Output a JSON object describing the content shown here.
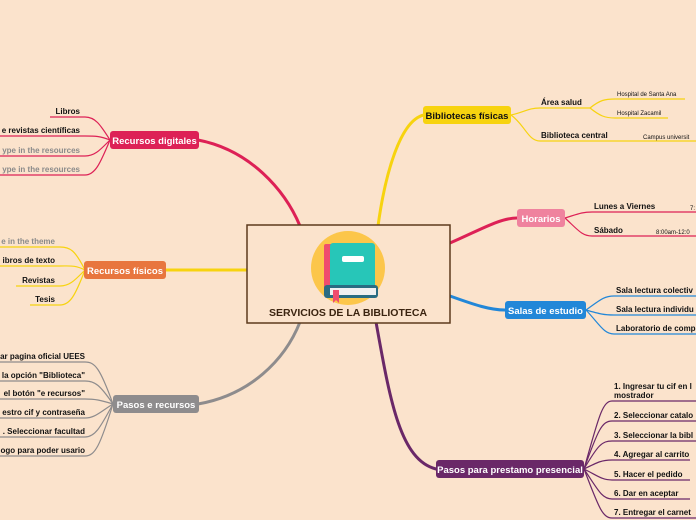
{
  "colors": {
    "background": "#fbe3cc",
    "digital": "#dd2156",
    "fisicos": "#e8763e",
    "pasos": "#8e8c8d",
    "bibliotecas": "#f7d30f",
    "horarios": "#ef829e",
    "salas": "#2287d8",
    "prestamo": "#6a2868",
    "center_border": "#5c3a1d",
    "text_dark": "#111111",
    "placeholder": "#8a8a8a"
  },
  "center": {
    "title": "SERVICIOS DE LA BIBLIOTECA",
    "icon": "books-icon"
  },
  "branches": {
    "recursos_digitales": {
      "label": "Recursos digitales",
      "items": [
        {
          "text": "Libros",
          "placeholder": false
        },
        {
          "text": "e revistas científicas",
          "placeholder": false
        },
        {
          "text": "ype in the resources",
          "placeholder": true
        },
        {
          "text": "ype in the resources",
          "placeholder": true
        }
      ]
    },
    "recursos_fisicos": {
      "label": "Recursos físicos",
      "items": [
        {
          "text": "e in the theme",
          "placeholder": true
        },
        {
          "text": "ibros de texto",
          "placeholder": false
        },
        {
          "text": "Revistas",
          "placeholder": false
        },
        {
          "text": "Tesis",
          "placeholder": false
        }
      ]
    },
    "pasos_recursos": {
      "label": "Pasos e recursos",
      "items": [
        {
          "text": "ar pagina oficial UEES"
        },
        {
          "text": "la opción \"Biblioteca\""
        },
        {
          "text": "el botón \"e recursos\""
        },
        {
          "text": "estro cif y contraseña"
        },
        {
          "text": ". Seleccionar facultad"
        },
        {
          "text": "ogo para poder usario"
        }
      ]
    },
    "bibliotecas_fisicas": {
      "label": "Bibliotecas físicas",
      "area_salud": {
        "label": "Área salud",
        "items": [
          "Hospital de Santa Ana",
          "Hospital Zacamil"
        ]
      },
      "central": {
        "label": "Biblioteca central",
        "items": [
          "Campus universit"
        ]
      }
    },
    "horarios": {
      "label": "Horarios",
      "items": [
        {
          "label": "Lunes a Viernes",
          "value": "7:"
        },
        {
          "label": "Sábado",
          "value": "8:00am-12:0"
        }
      ]
    },
    "salas_estudio": {
      "label": "Salas de estudio",
      "items": [
        "Sala lectura colectiv",
        "Sala lectura individu",
        "Laboratorio de comp"
      ]
    },
    "prestamo_presencial": {
      "label": "Pasos para prestamo presencial",
      "items": [
        [
          "1. Ingresar tu cif en l",
          "mostrador"
        ],
        [
          "2. Seleccionar catalo"
        ],
        [
          "3. Seleccionar la bibl"
        ],
        [
          "4. Agregar al carrito"
        ],
        [
          "5. Hacer el pedido"
        ],
        [
          "6. Dar en aceptar"
        ],
        [
          "7. Entregar el carnet"
        ]
      ]
    }
  }
}
